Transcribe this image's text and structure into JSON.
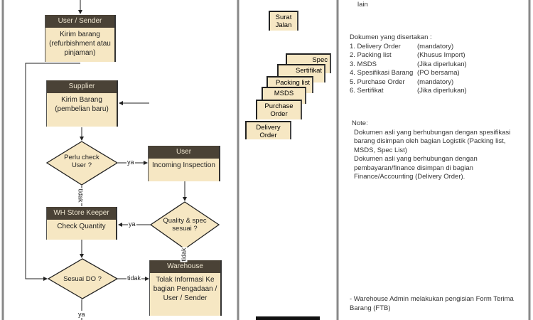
{
  "flow": {
    "user_sender": {
      "header": "User / Sender",
      "body": "Kirim barang (refurbishment atau pinjaman)"
    },
    "supplier": {
      "header": "Supplier",
      "body": "Kirim Barang (pembelian baru)"
    },
    "perlu_check": "Perlu check User ?",
    "user": {
      "header": "User",
      "body": "Incoming Inspection"
    },
    "wh": {
      "header": "WH Store Keeper",
      "body": "Check Quantity"
    },
    "quality": "Quality & spec sesuai ?",
    "sesuai_do": "Sesuai DO ?",
    "warehouse": {
      "header": "Warehouse",
      "body": "Tolak Informasi Ke bagian Pengadaan / User / Sender"
    },
    "ya": "ya",
    "tidak": "tidak"
  },
  "documents": {
    "surat_jalan": "Surat Jalan",
    "stack": [
      "Spec",
      "Sertifikat",
      "Packing list",
      "MSDS",
      "Purchase Order",
      "Delivery Order"
    ]
  },
  "notes": {
    "top_fragment": "lain",
    "list_title": "Dokumen yang disertakan :",
    "list": [
      [
        "1. Delivery Order",
        "(mandatory)"
      ],
      [
        "2. Packing list",
        "(Khusus Import)"
      ],
      [
        "3. MSDS",
        "(Jika diperlukan)"
      ],
      [
        "4. Spesifikasi Barang",
        "(PO bersama)"
      ],
      [
        "5. Purchase Order",
        "(mandatory)"
      ],
      [
        "6. Sertifikat",
        "(Jika diperlukan)"
      ]
    ],
    "note_title": "Note:",
    "note1": "Dokumen asli yang berhubungan dengan spesifikasi barang disimpan oleh bagian Logistik (Packing list, MSDS, Spec List)",
    "note2": "Dokumen asli yang berhubungan dengan pembayaran/finance disimpan di bagian Finance/Accounting (Delivery Order).",
    "bottom": "- Warehouse Admin melakukan pengisian Form Terima Barang (FTB)"
  },
  "colors": {
    "header": "#4a4236",
    "box": "#f6e7c3"
  }
}
